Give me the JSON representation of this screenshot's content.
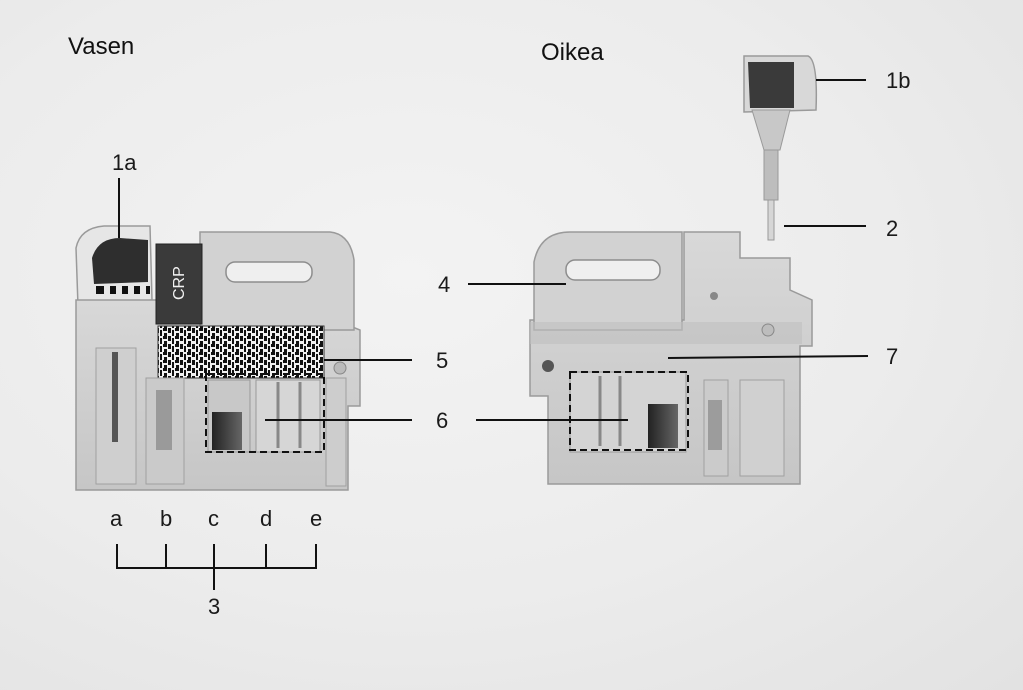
{
  "titles": {
    "left": "Vasen",
    "right": "Oikea"
  },
  "cartridge_label": "CRP",
  "callouts": {
    "c1a": "1a",
    "c1b": "1b",
    "c2": "2",
    "c3": "3",
    "c4": "4",
    "c5": "5",
    "c6": "6",
    "c7": "7"
  },
  "wells": [
    "a",
    "b",
    "c",
    "d",
    "e"
  ]
}
